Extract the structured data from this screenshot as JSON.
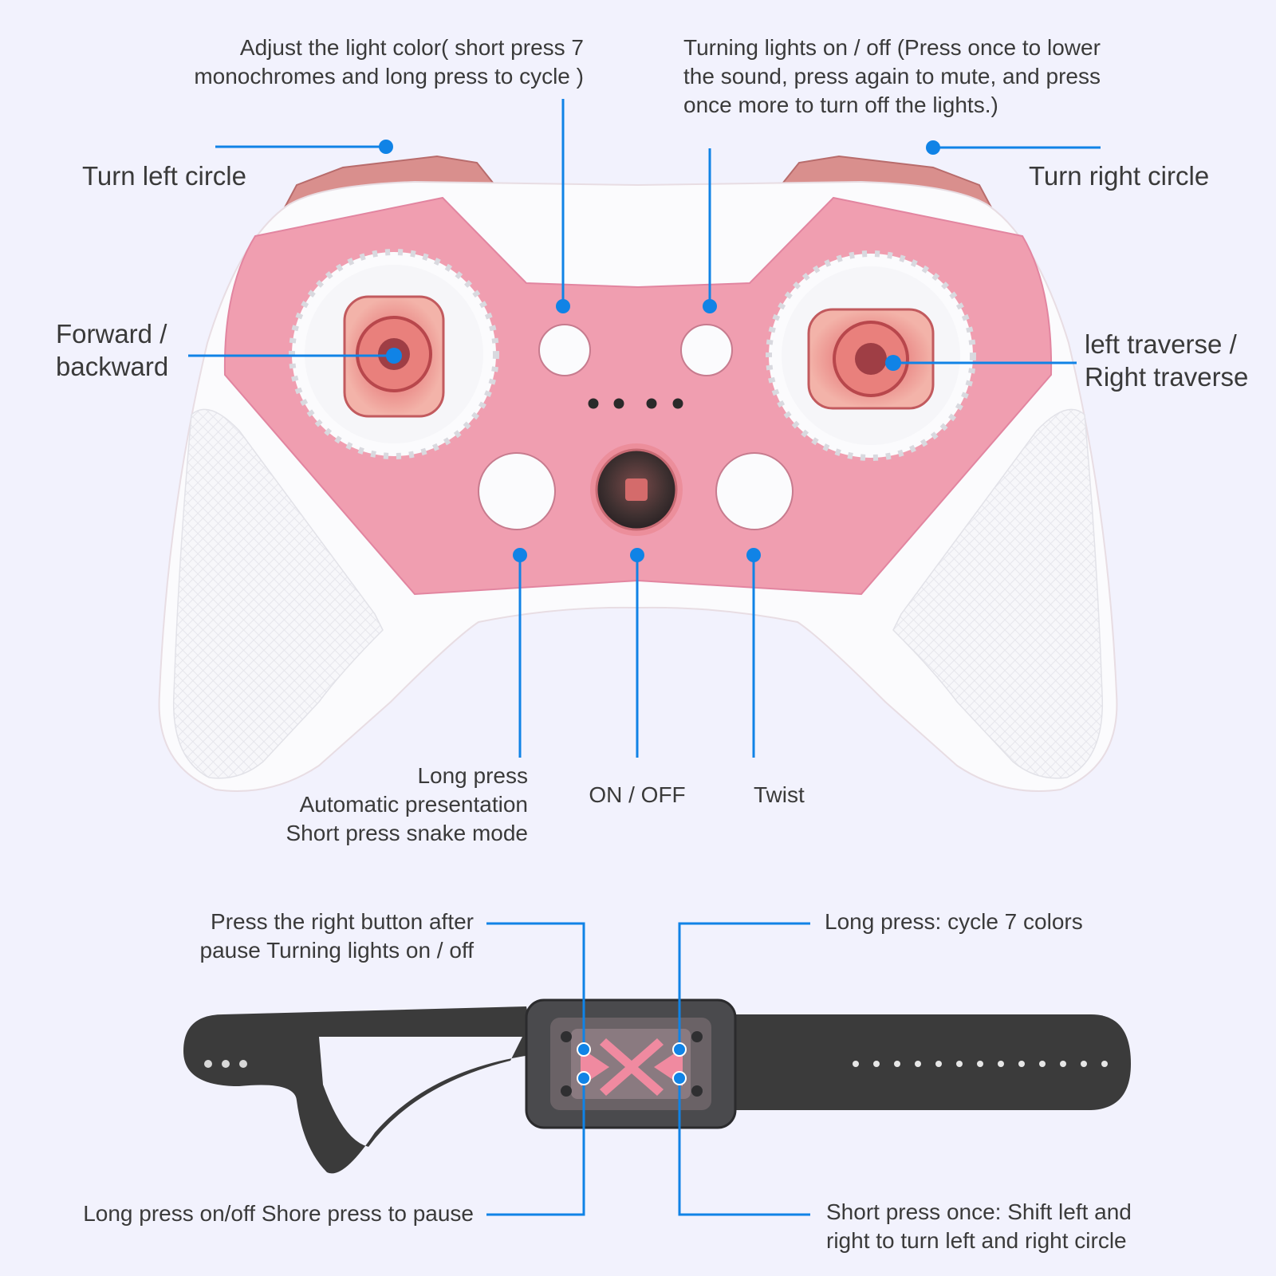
{
  "colors": {
    "accent": "#1083e6",
    "body_pink": "#f09eb0",
    "shell_white": "#fbfbfd",
    "strap_dark": "#3a3a3a",
    "background": "#f2f2fd"
  },
  "controller": {
    "labels": {
      "adjust_light": [
        "Adjust the light color( short press 7",
        "monochromes and long press to cycle )"
      ],
      "turning_lights": [
        "Turning lights on / off (Press once to lower",
        "the sound, press again to mute, and press",
        "once more to turn off the lights.)"
      ],
      "turn_left_circle": "Turn left circle",
      "turn_right_circle": "Turn right circle",
      "forward_backward": [
        "Forward /",
        "backward"
      ],
      "left_right_traverse": [
        "left traverse /",
        "Right traverse"
      ],
      "long_press_auto": [
        "Long press",
        "Automatic presentation",
        "Short press snake mode"
      ],
      "on_off": "ON / OFF",
      "twist": "Twist"
    }
  },
  "wristband": {
    "labels": {
      "press_right_after_pause": [
        "Press the right button after",
        "pause Turning lights on / off"
      ],
      "long_press_cycle": "Long press: cycle 7 colors",
      "long_press_on_off": "Long press on/off Shore press to pause",
      "short_press_shift": [
        "Short press once: Shift left and",
        "right to turn left and right circle"
      ]
    }
  },
  "icons": [
    "callout-dot-icon",
    "joystick-icon",
    "power-button-icon",
    "x-logo-icon"
  ]
}
